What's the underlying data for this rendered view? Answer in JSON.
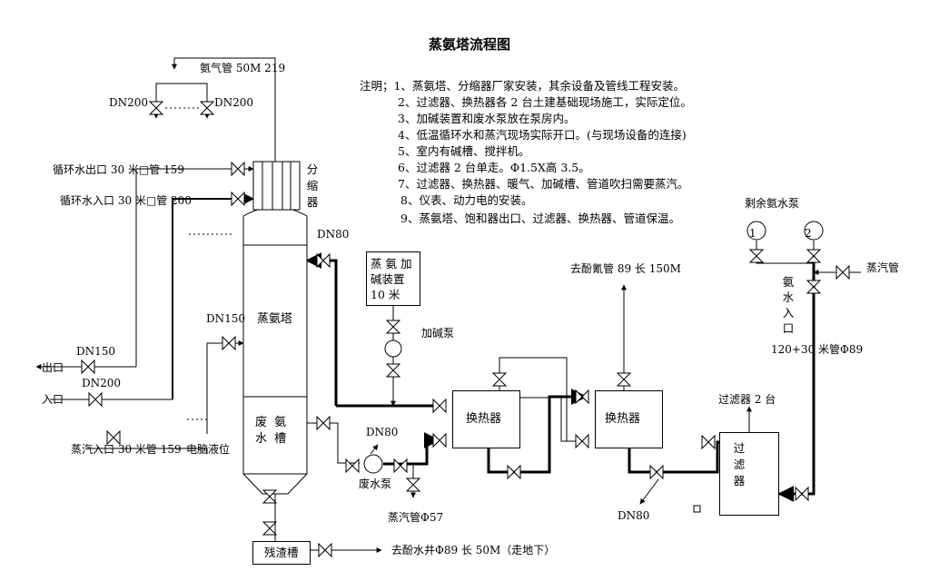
{
  "title": "蒸氨塔流程图",
  "notes": [
    "注明；1、蒸氨塔、分缩器厂家安装，其余设备及管线工程安装。",
    "2、过滤器、换热器各 2 台土建基础现场施工，实际定位。",
    "3、加碱装置和废水泵放在泵房内。",
    "4、低温循环水和蒸汽现场实际开口。(与现场设备的连接)",
    "5、室内有碱槽、搅拌机。",
    "6、过滤器 2 台单走。Φ1.5X高 3.5。",
    "7、过滤器、换热器、暖气、加碱槽、管道吹扫需要蒸汽。",
    "8、仪表、动力电的安装。",
    "9、蒸氨塔、饱和器出口、过滤器、换热器、管道保温。"
  ],
  "labels": {
    "ammonia_pipe": "氨气管 50M 219",
    "dn200_left": "DN200",
    "dn200_right": "DN200",
    "cw_out": "循环水出口 30 米□管 159",
    "cw_in": "循环水入口 30 米□管 200",
    "fensuoqi": "分缩器",
    "dn80_top": "DN80",
    "dn150_right": "DN150",
    "tower": "蒸氨塔",
    "waste_tank": "废 氨 水 槽",
    "dn150_left": "DN150",
    "outlet": "出口",
    "dn200_inlet": "DN200",
    "inlet": "入口",
    "steam_in": "蒸汽入口 30 米管 159",
    "level_gauge": "电脑液位",
    "alkali_device": "蒸 氨 加碱装置 10 米",
    "alkali_pump": "加碱泵",
    "phenol_cyanide": "去酚氰管 89 长 150M",
    "hx1": "换热器",
    "hx2": "换热器",
    "dn80_pump": "DN80",
    "waste_pump": "废水泵",
    "steam_57": "蒸汽管Φ57",
    "residue_tank": "残渣槽",
    "phenol_well": "去酚水井Φ89 长 50M（走地下）",
    "filters_2": "过滤器 2 台",
    "filter": "过滤器",
    "dn80_bottom": "DN80",
    "residual_pump": "剩余氨水泵",
    "pump1": "1",
    "pump2": "2",
    "steam_pipe": "蒸汽管",
    "ammonia_inlet": "氨水入口",
    "pipe_spec": "120+30 米管Φ89"
  }
}
